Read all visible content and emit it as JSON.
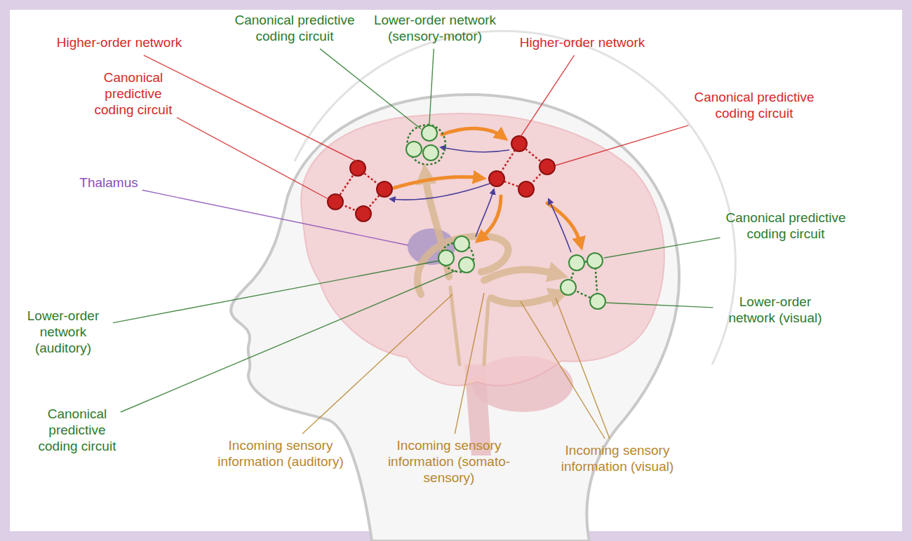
{
  "diagram": {
    "labels": [
      "Higher-order network",
      "Canonical predictive coding circuit",
      "Lower-order network (sensory-motor)",
      "Higher-order network",
      "Canonical predictive coding circuit",
      "Canonical predictive coding circuit",
      "Thalamus",
      "Canonical predictive coding circuit",
      "Lower-order network (auditory)",
      "Lower-order network (visual)",
      "Canonical predictive coding circuit",
      "Incoming sensory information (auditory)",
      "Incoming sensory information (somato-sensory)",
      "Incoming sensory information (visual)"
    ]
  }
}
